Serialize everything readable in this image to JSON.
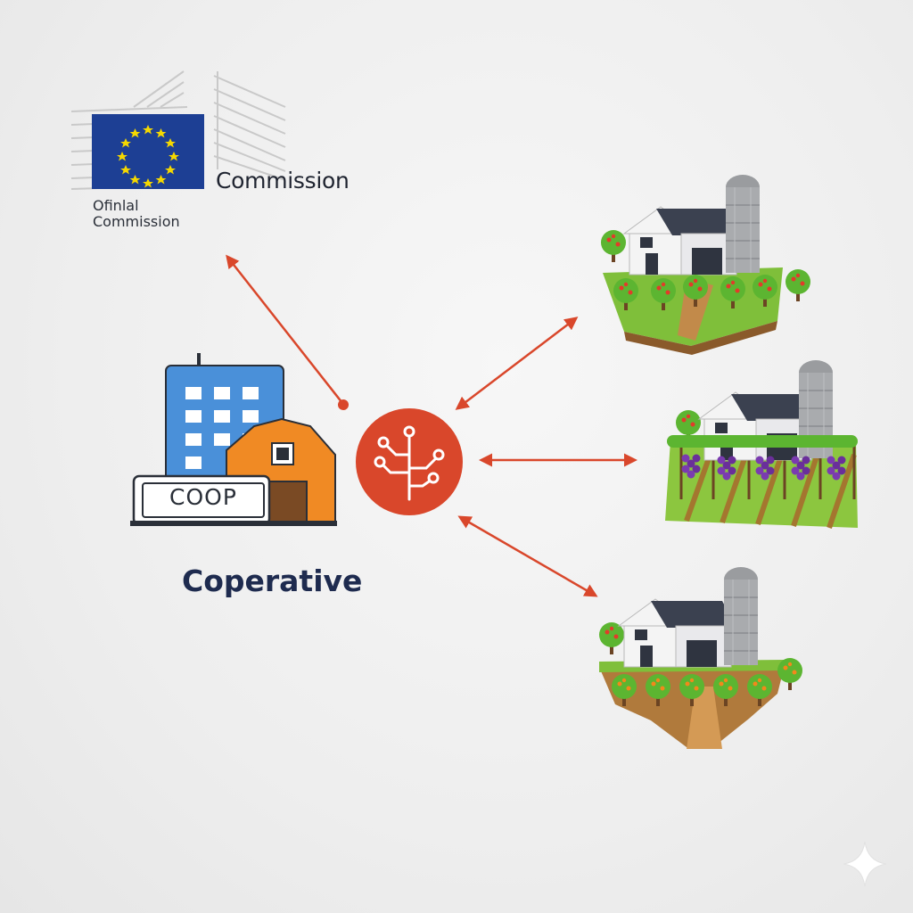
{
  "commission": {
    "heading": "Commission",
    "official_line1": "Ofinlal",
    "official_line2": "Commission",
    "flag_colors": {
      "field": "#1d3f94",
      "stars": "#f5d800"
    }
  },
  "cooperative": {
    "sign": "COOP",
    "title": "Coperative",
    "colors": {
      "office": "#4a90d9",
      "barn": "#f08a24",
      "title": "#1e2b4f"
    }
  },
  "hub": {
    "icon": "network-branch-icon",
    "color": "#d9472b"
  },
  "connections": [
    {
      "from": "hub",
      "to": "commission",
      "style": "one-way"
    },
    {
      "from": "hub",
      "to": "farm-orchard-top",
      "style": "two-way"
    },
    {
      "from": "hub",
      "to": "farm-vineyard",
      "style": "two-way"
    },
    {
      "from": "hub",
      "to": "farm-orchard-bottom",
      "style": "two-way"
    }
  ],
  "farms": [
    {
      "name": "orchard-farm",
      "icon": "farm-house-silo-icon"
    },
    {
      "name": "vineyard-farm",
      "icon": "farm-vineyard-icon"
    },
    {
      "name": "orange-orchard-farm",
      "icon": "farm-orange-orchard-icon"
    }
  ]
}
